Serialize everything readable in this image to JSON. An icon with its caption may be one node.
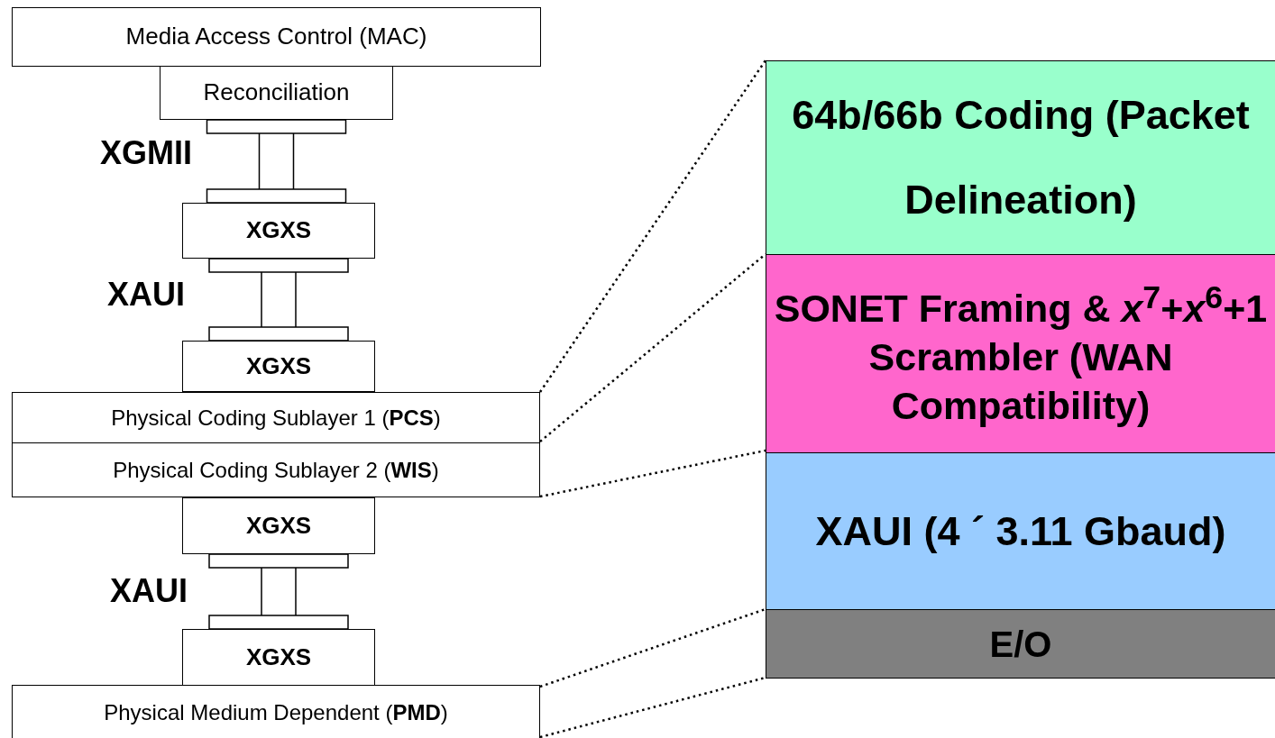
{
  "diagram": {
    "nodes": [
      {
        "text": [
          "Media Access Control (MAC)"
        ]
      },
      {
        "text": [
          "Reconciliation"
        ]
      },
      {
        "text": [
          "XGXS"
        ]
      },
      {
        "text": [
          "XGXS"
        ]
      },
      {
        "text": [
          "Physical Coding Sublayer 1 (**PCS**)"
        ]
      },
      {
        "text": [
          "Physical Coding Sublayer 2 (**WIS**)"
        ]
      },
      {
        "text": [
          "XGXS"
        ]
      },
      {
        "text": [
          "XGXS"
        ]
      },
      {
        "text": [
          "Physical Medium Dependent (**PMD**)"
        ]
      },
      {
        "text": [
          "64b/66b Coding (Packet Delineation)"
        ]
      },
      {
        "text": [
          "SONET Framing & *x*$^{7}$+*x*$^{6}$+1 Scrambler (WAN Compatibility)"
        ]
      },
      {
        "text": [
          "XAUI (4 ´ 3.11 Gbaud)"
        ]
      },
      {
        "text": [
          "E/O"
        ]
      }
    ],
    "edges": [
      {
        "from": 1,
        "to": 2,
        "arrow": "none",
        "label": "XGMII"
      },
      {
        "from": 2,
        "to": 3,
        "arrow": "none",
        "label": "XAUI"
      },
      {
        "from": 6,
        "to": 7,
        "arrow": "none",
        "label": "XAUI"
      },
      {
        "from": 4,
        "to": 9,
        "arrow": "none",
        "style": "dashed"
      },
      {
        "from": 4,
        "to": 9,
        "arrow": "none",
        "style": "dashed"
      },
      {
        "from": 5,
        "to": 10,
        "arrow": "none",
        "style": "dashed"
      },
      {
        "from": 8,
        "to": 12,
        "arrow": "none",
        "style": "dashed"
      },
      {
        "from": 8,
        "to": 12,
        "arrow": "none",
        "style": "dashed"
      }
    ]
  }
}
